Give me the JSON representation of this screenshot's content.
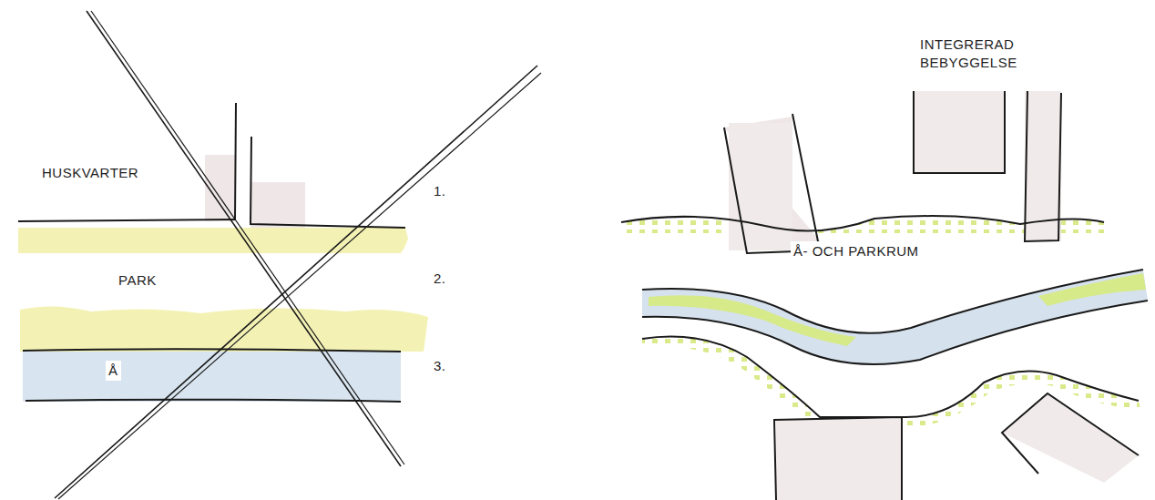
{
  "diagram": {
    "labels": [
      "HUSKVARTER",
      "PARK",
      "Å",
      "1.",
      "2.",
      "3.",
      "INTEGRERAD BEBYGGELSE",
      "Å- OCH PARKRUM"
    ]
  }
}
